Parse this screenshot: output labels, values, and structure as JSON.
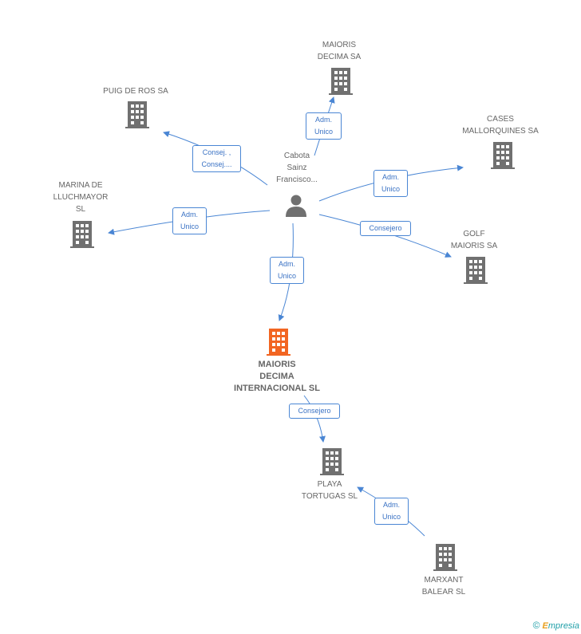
{
  "colors": {
    "building": "#707070",
    "building_main": "#f26522",
    "edge": "#4a86d4",
    "person": "#707070"
  },
  "person": {
    "name": "Cabota\nSainz\nFrancisco...",
    "icon": "person-icon"
  },
  "main_company": {
    "name": "MAIORIS\nDECIMA\nINTERNACIONAL SL",
    "icon": "building-icon"
  },
  "companies": {
    "maioris_decima_sa": "MAIORIS\nDECIMA SA",
    "puig_de_ros": "PUIG DE ROS SA",
    "cases_mallorquines": "CASES\nMALLORQUINES SA",
    "marina_de_lluchmayor": "MARINA DE\nLLUCHMAYOR\nSL",
    "golf_maioris": "GOLF\nMAIORIS SA",
    "playa_tortugas": "PLAYA\nTORTUGAS SL",
    "marxant_balear": "MARXANT\nBALEAR SL"
  },
  "edge_labels": {
    "to_maioris_decima_sa": "Adm.\nUnico",
    "to_puig_de_ros": "Consej. ,\nConsej....",
    "to_cases_mallorquines": "Adm.\nUnico",
    "to_marina": "Adm.\nUnico",
    "to_golf": "Consejero",
    "to_main": "Adm.\nUnico",
    "main_to_playa": "Consejero",
    "marxant_to_playa": "Adm.\nUnico"
  },
  "footer": {
    "copyright": "©",
    "brand_initial": "E",
    "brand_rest": "mpresia"
  }
}
